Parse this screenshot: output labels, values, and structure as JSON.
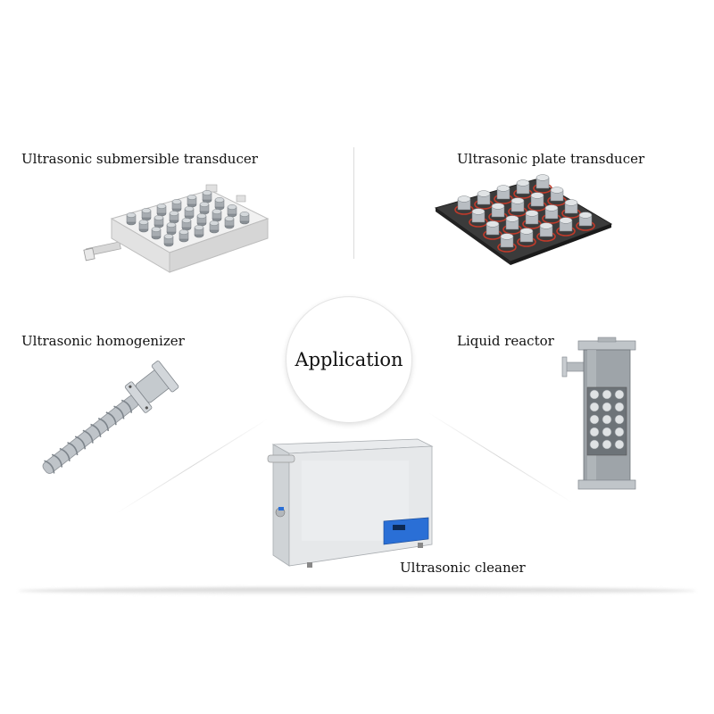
{
  "center": {
    "label": "Application"
  },
  "products": {
    "submersible": {
      "label": "Ultrasonic submersible transducer",
      "icon": "submersible-transducer-image"
    },
    "plate": {
      "label": "Ultrasonic plate transducer",
      "icon": "plate-transducer-image"
    },
    "homogenizer": {
      "label": "Ultrasonic homogenizer",
      "icon": "homogenizer-image"
    },
    "reactor": {
      "label": "Liquid reactor",
      "icon": "liquid-reactor-image"
    },
    "cleaner": {
      "label": "Ultrasonic cleaner",
      "icon": "ultrasonic-cleaner-image"
    }
  },
  "colors": {
    "steel": "#c9ccd0",
    "accent_blue": "#2a6fd6",
    "plate_dark": "#2d2d2d",
    "ring_red": "#c23a2a"
  }
}
